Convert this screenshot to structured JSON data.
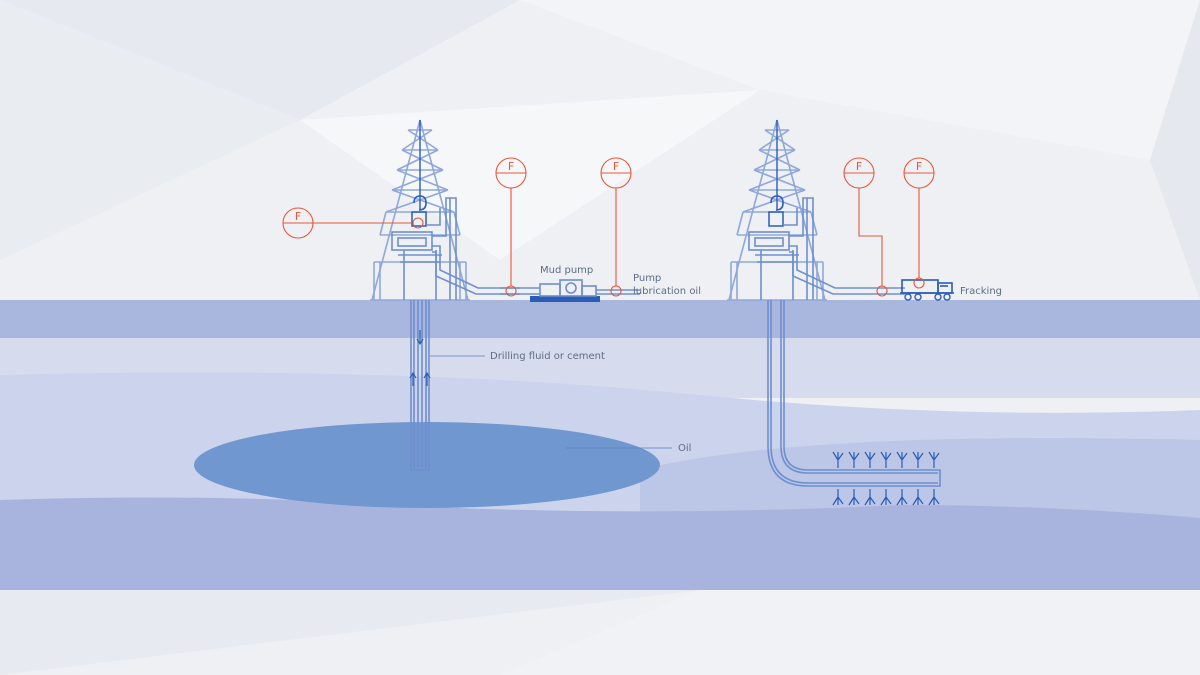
{
  "labels": {
    "mud_pump": "Mud pump",
    "pump_lubrication_oil_line1": "Pump",
    "pump_lubrication_oil_line2": "lubrication oil",
    "drilling_fluid": "Drilling fluid or cement",
    "oil": "Oil",
    "fracking": "Fracking"
  },
  "flowmeter_symbol": "F",
  "icons": [
    "derrick-icon",
    "hook-icon",
    "mud-pump-icon",
    "frac-truck-icon",
    "flow-arrow-icon",
    "fracture-icon",
    "flowmeter-icon"
  ],
  "colors": {
    "sky": "#eef0f4",
    "ground_top": "#a9b6de",
    "layer_light": "#d7dcee",
    "layer_mid": "#c3cbe8",
    "layer_deep": "#a9b5de",
    "oil_reservoir": "#6f97d0",
    "structure": "#8fa7d9",
    "pipe": "#6e8fcf",
    "equipment": "#2a5cb8",
    "flowmeter": "#e8573a",
    "label_text": "#5d6c86"
  }
}
